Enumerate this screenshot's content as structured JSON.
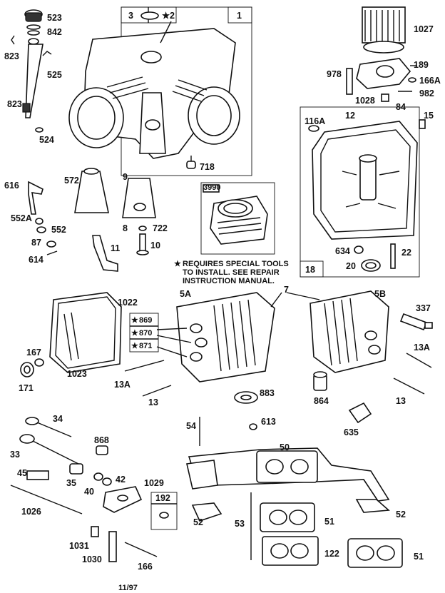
{
  "labels": {
    "p523": "523",
    "p842": "842",
    "p823a": "823",
    "p525": "525",
    "p823b": "823",
    "p524": "524",
    "p3": "3",
    "p2": "2",
    "p1": "1",
    "p718": "718",
    "p1027": "1027",
    "p978": "978",
    "p189": "189",
    "p166a": "166A",
    "p982": "982",
    "p1028": "1028",
    "p84": "84",
    "p116a": "116A",
    "p12": "12",
    "p15": "15",
    "p634": "634",
    "p22": "22",
    "p20": "20",
    "p18": "18",
    "p616": "616",
    "p572": "572",
    "p9": "9",
    "p552a": "552A",
    "p552": "552",
    "p8": "8",
    "p722": "722",
    "p87": "87",
    "p11": "11",
    "p10": "10",
    "p614": "614",
    "p3990": "3990",
    "p1022": "1022",
    "p5a": "5A",
    "p7": "7",
    "p5b": "5B",
    "p337": "337",
    "p869": "869",
    "p870": "870",
    "p871": "871",
    "p167": "167",
    "p171": "171",
    "p1023": "1023",
    "p13a_left": "13A",
    "p13_left": "13",
    "p883": "883",
    "p864": "864",
    "p13a_right": "13A",
    "p13_right": "13",
    "p635": "635",
    "p34": "34",
    "p868": "868",
    "p54": "54",
    "p613": "613",
    "p50": "50",
    "p33": "33",
    "p45": "45",
    "p35": "35",
    "p42": "42",
    "p40": "40",
    "p1029": "1029",
    "p192": "192",
    "p52a": "52",
    "p52b": "52",
    "p51a": "51",
    "p53": "53",
    "p122": "122",
    "p51b": "51",
    "p1026": "1026",
    "p1031": "1031",
    "p1030": "1030",
    "p166": "166"
  },
  "note": {
    "line1": "REQUIRES SPECIAL TOOLS",
    "line2": "TO INSTALL.  SEE REPAIR",
    "line3": "INSTRUCTION MANUAL."
  },
  "footer": {
    "date": "11/97"
  },
  "icons": [
    "star-icon"
  ]
}
